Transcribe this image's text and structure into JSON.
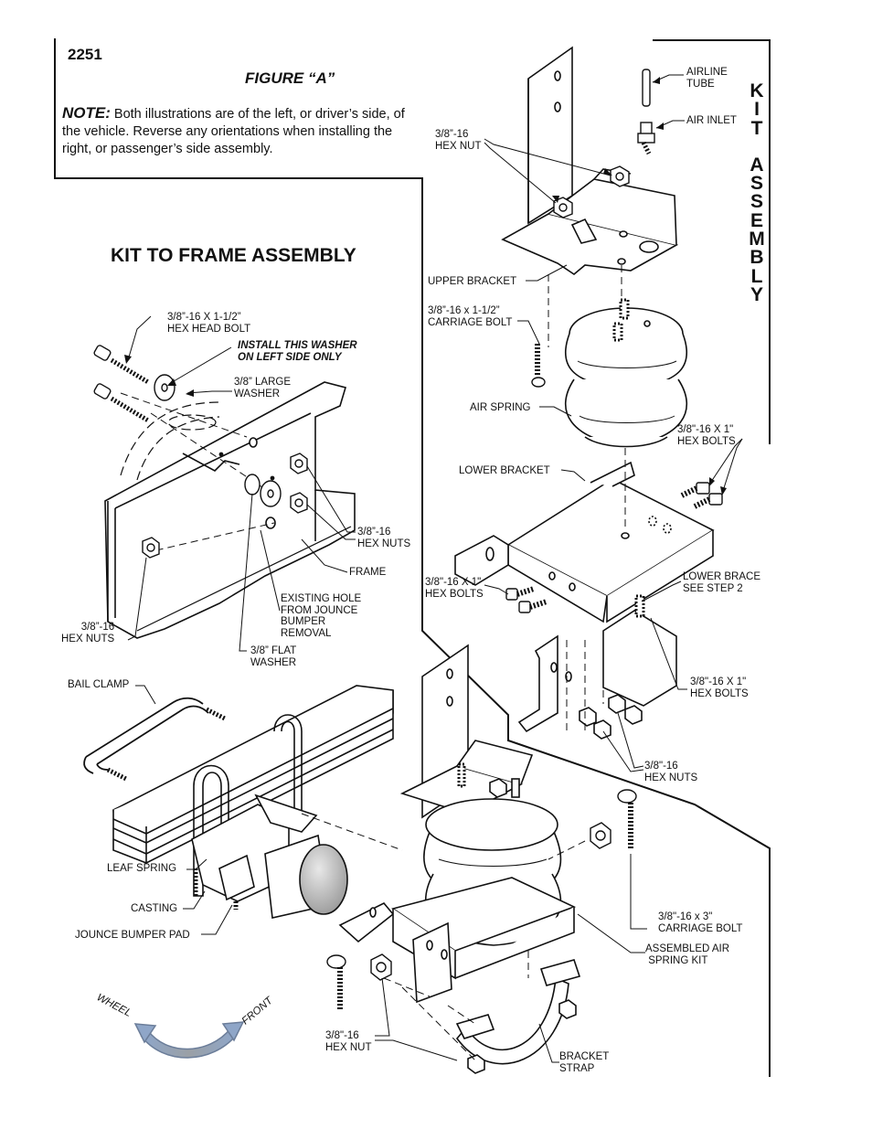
{
  "page_number": "2251",
  "figure_title": "FIGURE “A”",
  "note": {
    "prefix": "NOTE:",
    "text": "Both illustrations are of the left, or driver’s side, of the vehicle. Reverse any orientations when installing the right, or passenger’s side assembly."
  },
  "section_title": "KIT TO FRAME ASSEMBLY",
  "side_title_letters": [
    "K",
    "I",
    "T",
    "",
    "A",
    "S",
    "S",
    "E",
    "M",
    "B",
    "L",
    "Y"
  ],
  "labels": {
    "hex_head_bolt": "3/8”-16 X 1-1/2”\nHEX HEAD BOLT",
    "install_washer": "INSTALL THIS WASHER\nON LEFT SIDE ONLY",
    "large_washer": "3/8” LARGE\nWASHER",
    "hex_nuts_frame_right": "3/8”-16\nHEX NUTS",
    "frame": "FRAME",
    "existing_hole": "EXISTING HOLE\nFROM JOUNCE\nBUMPER\nREMOVAL",
    "hex_nuts_frame_left": "3/8”-16\nHEX NUTS",
    "flat_washer": "3/8” FLAT\nWASHER",
    "airline_tube": "AIRLINE\nTUBE",
    "air_inlet": "AIR INLET",
    "hex_nut_top": "3/8”-16\nHEX NUT",
    "upper_bracket": "UPPER BRACKET",
    "carriage_bolt_short": "3/8”-16 x 1-1/2”\nCARRIAGE BOLT",
    "air_spring": "AIR SPRING",
    "hex_bolts_right": "3/8\"-16 X 1\"\nHEX BOLTS",
    "lower_bracket": "LOWER BRACKET",
    "hex_bolts_left": "3/8\"-16 X 1\"\nHEX BOLTS",
    "lower_brace": "LOWER BRACE\nSEE STEP 2",
    "hex_bolts_brace": "3/8\"-16 X 1\"\nHEX BOLTS",
    "hex_nuts_brace": "3/8\"-16\nHEX NUTS",
    "bail_clamp": "BAIL CLAMP",
    "leaf_spring": "LEAF SPRING",
    "casting": "CASTING",
    "jounce_pad": "JOUNCE BUMPER PAD",
    "carriage_bolt_long": "3/8\"-16 x 3\"\nCARRIAGE BOLT",
    "assembled_kit": "ASSEMBLED AIR\n SPRING KIT",
    "hex_nut_bottom": "3/8\"-16\nHEX NUT",
    "bracket_strap": "BRACKET\nSTRAP",
    "wheel": "WHEEL",
    "front": "FRONT"
  }
}
